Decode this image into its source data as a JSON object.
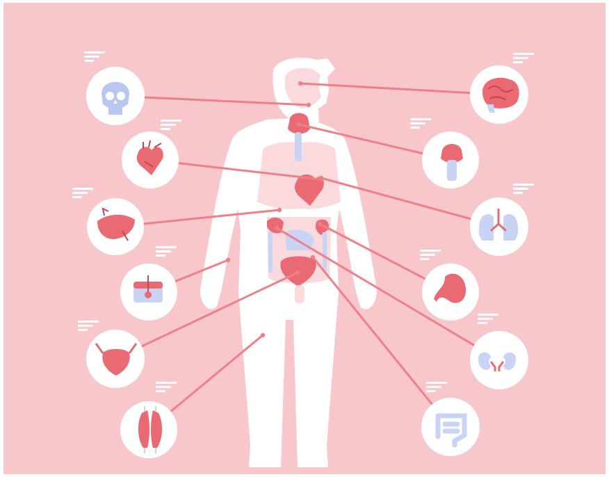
{
  "colors": {
    "background": "#f8c7cb",
    "frame": "#ffffff",
    "body": "#ffffff",
    "organ_zone": "#fbdadd",
    "connector": "#ee7f86",
    "organ": "#e96a72",
    "organ_dark": "#c9444f",
    "skull": "#b9c7f0",
    "pale_blue": "#c9d3f3",
    "caption_bar": "#ffffff"
  },
  "organs": [
    {
      "name": "skull",
      "icon": "skull-icon",
      "side": "left"
    },
    {
      "name": "heart",
      "icon": "heart-icon",
      "side": "left"
    },
    {
      "name": "liver",
      "icon": "liver-icon",
      "side": "left"
    },
    {
      "name": "skin",
      "icon": "skin-hair-follicle-icon",
      "side": "left"
    },
    {
      "name": "bladder",
      "icon": "bladder-icon",
      "side": "left"
    },
    {
      "name": "muscle",
      "icon": "muscle-icon",
      "side": "left"
    },
    {
      "name": "brain",
      "icon": "brain-icon",
      "side": "right"
    },
    {
      "name": "thyroid",
      "icon": "thyroid-trachea-icon",
      "side": "right"
    },
    {
      "name": "lungs",
      "icon": "lungs-icon",
      "side": "right"
    },
    {
      "name": "stomach",
      "icon": "stomach-icon",
      "side": "right"
    },
    {
      "name": "kidneys",
      "icon": "kidneys-icon",
      "side": "right"
    },
    {
      "name": "intestine",
      "icon": "intestine-icon",
      "side": "right"
    }
  ]
}
